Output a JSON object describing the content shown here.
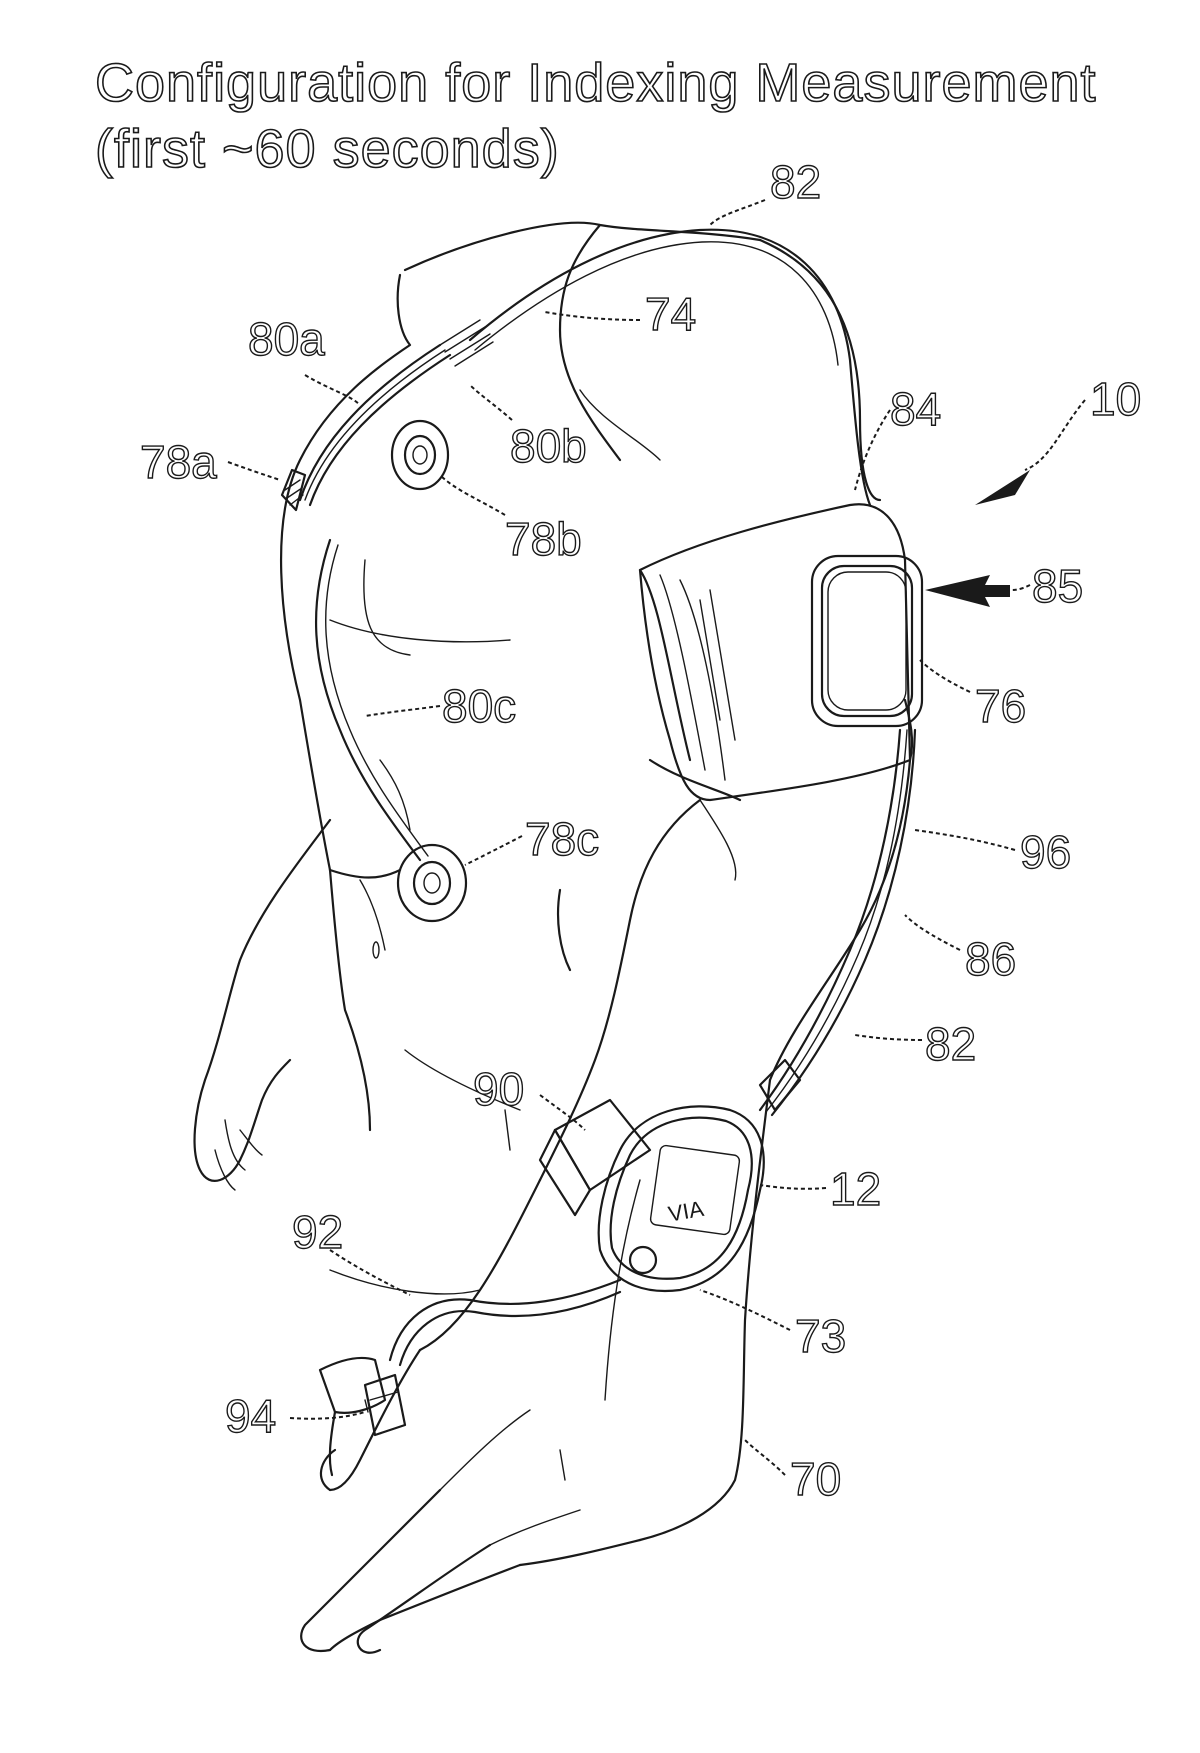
{
  "title": {
    "line1": "Configuration for Indexing Measurement",
    "line2": "(first ~60 seconds)"
  },
  "references": {
    "r82_top": "82",
    "r74": "74",
    "r80a": "80a",
    "r10": "10",
    "r84": "84",
    "r80b": "80b",
    "r78a": "78a",
    "r78b": "78b",
    "r85": "85",
    "r76": "76",
    "r80c": "80c",
    "r78c": "78c",
    "r96": "96",
    "r86": "86",
    "r82_bottom": "82",
    "r90": "90",
    "r12": "12",
    "r92": "92",
    "r73": "73",
    "r94": "94",
    "r70": "70"
  },
  "device_display": "VIA"
}
